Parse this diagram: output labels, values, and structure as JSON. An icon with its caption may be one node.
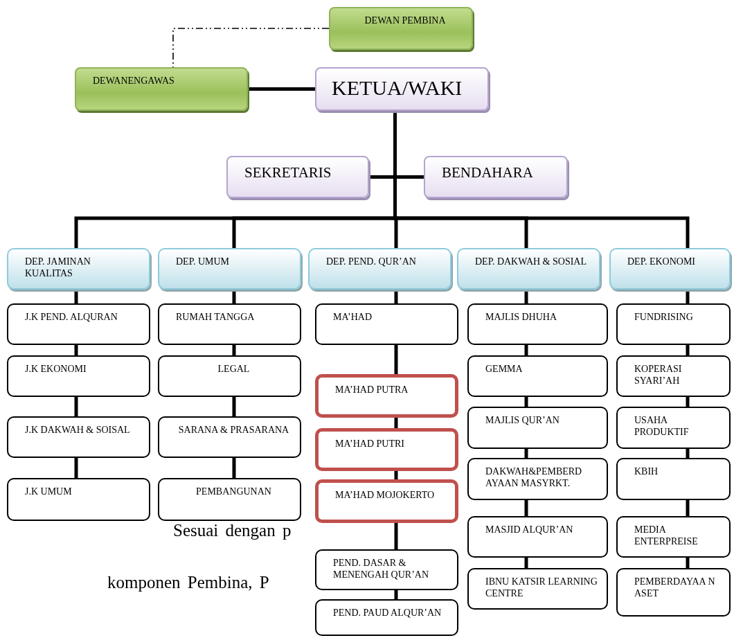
{
  "diagram": {
    "nodes": [
      {
        "text": [
          "DEWAN PEMBINA"
        ]
      },
      {
        "text": [
          "DEWANENGAWAS"
        ]
      },
      {
        "text": [
          "KETUA/WAKI"
        ]
      },
      {
        "text": [
          "SEKRETARIS"
        ]
      },
      {
        "text": [
          "BENDAHARA"
        ]
      },
      {
        "text": [
          "DEP. JAMINAN KUALITAS"
        ]
      },
      {
        "text": [
          "DEP. UMUM"
        ]
      },
      {
        "text": [
          "DEP. PEND. QUR’AN"
        ]
      },
      {
        "text": [
          "DEP. DAKWAH & SOSIAL"
        ]
      },
      {
        "text": [
          "DEP. EKONOMI"
        ]
      },
      {
        "text": [
          "J.K PEND. ALQURAN"
        ]
      },
      {
        "text": [
          "J.K EKONOMI"
        ]
      },
      {
        "text": [
          "J.K  DAKWAH & SOISAL"
        ]
      },
      {
        "text": [
          "J.K  UMUM"
        ]
      },
      {
        "text": [
          "RUMAH TANGGA"
        ]
      },
      {
        "text": [
          "LEGAL"
        ]
      },
      {
        "text": [
          "SARANA & PRASARANA"
        ]
      },
      {
        "text": [
          "PEMBANGUNAN"
        ]
      },
      {
        "text": [
          "MA’HAD"
        ]
      },
      {
        "text": [
          "MA’HAD PUTRA"
        ]
      },
      {
        "text": [
          "MA’HAD PUTRI"
        ]
      },
      {
        "text": [
          "MA’HAD MOJOKERTO"
        ]
      },
      {
        "text": [
          "PEND. DASAR & MENENGAH QUR’AN"
        ]
      },
      {
        "text": [
          "PEND. PAUD ALQUR’AN"
        ]
      },
      {
        "text": [
          "MAJLIS DHUHA"
        ]
      },
      {
        "text": [
          "GEMMA"
        ]
      },
      {
        "text": [
          "MAJLIS QUR’AN"
        ]
      },
      {
        "text": [
          "DAKWAH&PEMBERD AYAAN MASYRKT."
        ]
      },
      {
        "text": [
          "MASJID ALQUR’AN"
        ]
      },
      {
        "text": [
          "IBNU KATSIR LEARNING CENTRE"
        ]
      },
      {
        "text": [
          "FUNDRISING"
        ]
      },
      {
        "text": [
          "KOPERASI SYARI’AH"
        ]
      },
      {
        "text": [
          "USAHA PRODUKTIF"
        ]
      },
      {
        "text": [
          "KBIH"
        ]
      },
      {
        "text": [
          "MEDIA ENTERPREISE"
        ]
      },
      {
        "text": [
          "PEMBERDAYAA N ASET"
        ]
      }
    ],
    "edges": [
      {
        "from": 0,
        "to": 1,
        "arrow": "none",
        "style": "dashed"
      },
      {
        "from": 1,
        "to": 2,
        "arrow": "none"
      },
      {
        "from": 2,
        "to": 3,
        "arrow": "none"
      },
      {
        "from": 2,
        "to": 4,
        "arrow": "none"
      },
      {
        "from": 2,
        "to": 5,
        "arrow": "none"
      },
      {
        "from": 2,
        "to": 6,
        "arrow": "none"
      },
      {
        "from": 2,
        "to": 7,
        "arrow": "none"
      },
      {
        "from": 2,
        "to": 8,
        "arrow": "none"
      },
      {
        "from": 2,
        "to": 9,
        "arrow": "none"
      },
      {
        "from": 5,
        "to": 10,
        "arrow": "none"
      },
      {
        "from": 10,
        "to": 11,
        "arrow": "none"
      },
      {
        "from": 11,
        "to": 12,
        "arrow": "none"
      },
      {
        "from": 12,
        "to": 13,
        "arrow": "none"
      },
      {
        "from": 6,
        "to": 14,
        "arrow": "none"
      },
      {
        "from": 14,
        "to": 15,
        "arrow": "none"
      },
      {
        "from": 15,
        "to": 16,
        "arrow": "none"
      },
      {
        "from": 16,
        "to": 17,
        "arrow": "none"
      },
      {
        "from": 7,
        "to": 18,
        "arrow": "none"
      },
      {
        "from": 18,
        "to": 19,
        "arrow": "none"
      },
      {
        "from": 19,
        "to": 20,
        "arrow": "none"
      },
      {
        "from": 20,
        "to": 21,
        "arrow": "none"
      },
      {
        "from": 21,
        "to": 22,
        "arrow": "none"
      },
      {
        "from": 22,
        "to": 23,
        "arrow": "none"
      },
      {
        "from": 8,
        "to": 24,
        "arrow": "none"
      },
      {
        "from": 24,
        "to": 25,
        "arrow": "none"
      },
      {
        "from": 25,
        "to": 26,
        "arrow": "none"
      },
      {
        "from": 26,
        "to": 27,
        "arrow": "none"
      },
      {
        "from": 27,
        "to": 28,
        "arrow": "none"
      },
      {
        "from": 28,
        "to": 29,
        "arrow": "none"
      },
      {
        "from": 9,
        "to": 30,
        "arrow": "none"
      },
      {
        "from": 30,
        "to": 31,
        "arrow": "none"
      },
      {
        "from": 31,
        "to": 32,
        "arrow": "none"
      },
      {
        "from": 32,
        "to": 33,
        "arrow": "none"
      },
      {
        "from": 33,
        "to": 34,
        "arrow": "none"
      },
      {
        "from": 34,
        "to": 35,
        "arrow": "none"
      }
    ],
    "labels": [
      "Sesuai dengan p",
      "komponen Pembina, P"
    ]
  }
}
